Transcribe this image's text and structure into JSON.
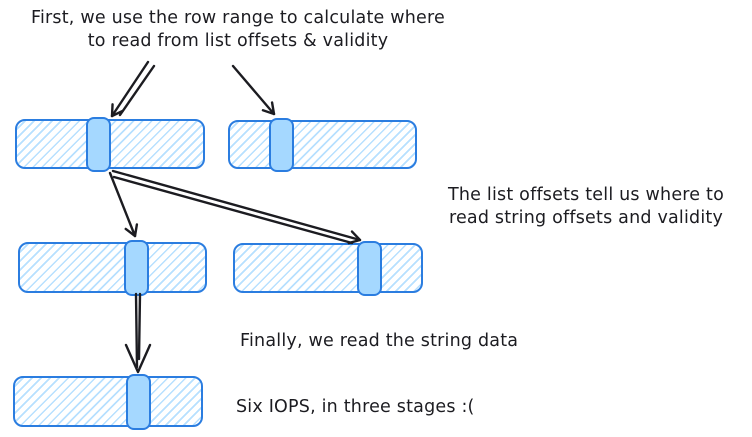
{
  "theme": {
    "bg": "#ffffff",
    "blue": "#2b7de0",
    "fill": "#a5d8ff",
    "ink": "#1c1c21"
  },
  "annotations": {
    "stage1": {
      "line1": "First, we use the row range to calculate where",
      "line2": "to read from list offsets & validity"
    },
    "stage2": {
      "line1": "The list offsets tell us where to",
      "line2": "read string offsets and validity"
    },
    "stage3": "Finally, we read the string data",
    "summary": "Six IOPS, in three stages :("
  }
}
